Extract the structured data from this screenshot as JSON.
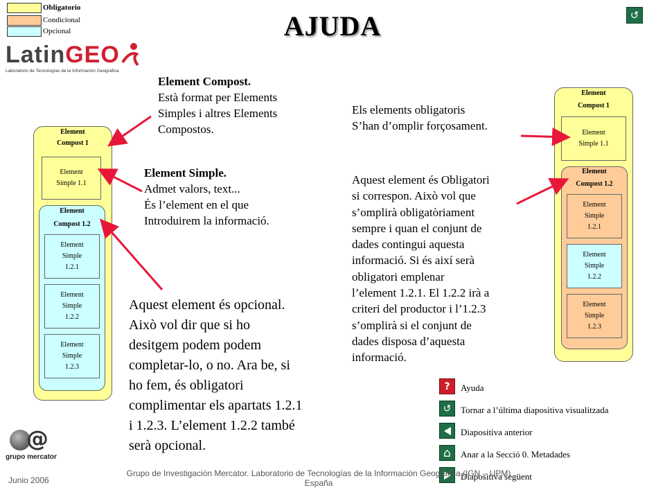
{
  "legend": {
    "required": "Obligatorio",
    "conditional": "Condicional",
    "optional": "Opcional"
  },
  "title": "AJUDA",
  "logo_text_black": "Latin",
  "logo_text_red": "GEO",
  "logo_subtitle": "Laboratorio de Tecnologías de la Información Geográfica",
  "left_diagram": {
    "outer": [
      "Element",
      "Compost 1"
    ],
    "simple_1_1": [
      "Element",
      "Simple 1.1"
    ],
    "inner": [
      "Element",
      "Compost 1.2"
    ],
    "s121": [
      "Element",
      "Simple",
      "1.2.1"
    ],
    "s122": [
      "Element",
      "Simple",
      "1.2.2"
    ],
    "s123": [
      "Element",
      "Simple",
      "1.2.3"
    ]
  },
  "right_diagram": {
    "outer": [
      "Element",
      "Compost 1"
    ],
    "simple_1_1": [
      "Element",
      "Simple 1.1"
    ],
    "inner": [
      "Element",
      "Compost 1.2"
    ],
    "s121": [
      "Element",
      "Simple",
      "1.2.1"
    ],
    "s122": [
      "Element",
      "Simple",
      "1.2.2"
    ],
    "s123": [
      "Element",
      "Simple",
      "1.2.3"
    ]
  },
  "text_compost": {
    "heading": "Element Compost.",
    "lines": [
      "Està format per Elements",
      "Simples i altres Elements",
      "Compostos."
    ]
  },
  "text_simple": {
    "heading": "Element Simple.",
    "lines": [
      "Admet valors, text...",
      "És l’element en el que",
      "Introduirem la informació."
    ]
  },
  "text_optional": {
    "lines": [
      "Aquest element és opcional.",
      "Això vol dir que si ho",
      "desitgem podem podem",
      "completar-lo, o no. Ara be, si",
      "ho fem, és obligatori",
      "complimentar els apartats 1.2.1",
      "i 1.2.3. L’element 1.2.2 també",
      "serà opcional."
    ]
  },
  "text_required": {
    "lines": [
      "Els elements obligatoris",
      "S’han d’omplir forçosament."
    ]
  },
  "text_conditional": {
    "lines": [
      "Aquest element és Obligatori",
      "si correspon. Això vol que",
      "s’omplirà obligatòriament",
      "sempre i quan el conjunt de",
      "dades contingui aquesta",
      "informació. Si és així serà",
      "obligatori emplenar",
      "l’element 1.2.1. El 1.2.2 irà a",
      "criteri del productor i l’1.2.3",
      "s’omplirà si el conjunt de",
      "dades disposa d’aquesta",
      "informació."
    ]
  },
  "nav": [
    {
      "icon": "help-icon",
      "glyph": "?",
      "label": "Ayuda"
    },
    {
      "icon": "return-icon",
      "glyph": "↺",
      "label": "Tornar a l’última diapositiva visualitzada"
    },
    {
      "icon": "prev-icon",
      "glyph": "",
      "label": "Diapositiva anterior"
    },
    {
      "icon": "home-icon",
      "glyph": "⌂",
      "label": "Anar a la Secció 0. Metadades"
    },
    {
      "icon": "next-icon",
      "glyph": "",
      "label": "Diapositiva següent"
    }
  ],
  "mercator": {
    "symbol": "@",
    "name": "grupo mercator"
  },
  "footer": {
    "date": "Junio 2006",
    "line1": "Grupo de Investigación Mercator. Laboratorio de Tecnologías de la Información Geográfica (IGN – UPM)",
    "line2": "España"
  },
  "colors": {
    "required": "#ffff99",
    "conditional": "#ffcc99",
    "optional": "#ccffff",
    "arrow": "#e8173a",
    "nav": "#1f6e46"
  }
}
